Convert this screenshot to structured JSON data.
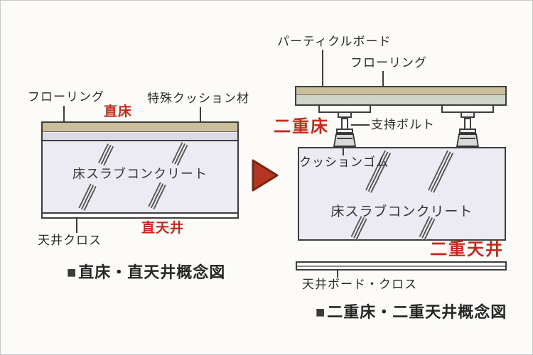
{
  "colors": {
    "red_text": "#c9291d",
    "outline": "#3d3d3d",
    "flooring_beige": "#cabe9c",
    "particle_board_green": "#cfd4c8",
    "slab_lavender": "#eceaf2",
    "cushion_lavender": "#dcdae6",
    "arrow_red": "#b23621"
  },
  "icons": {
    "caption_bullet": "■",
    "transition_arrow": "right-pointing-triangle"
  },
  "left": {
    "labels": {
      "flooring": "フローリング",
      "direct_floor": "直床",
      "special_cushion": "特殊クッション材",
      "slab": "床スラブコンクリート",
      "direct_ceiling": "直天井",
      "ceiling_cloth": "天井クロス"
    },
    "caption": "直床・直天井概念図"
  },
  "right": {
    "labels": {
      "particle_board": "パーティクルボード",
      "flooring": "フローリング",
      "double_floor": "二重床",
      "support_bolt": "支持ボルト",
      "cushion_rubber": "クッションゴム",
      "slab": "床スラブコンクリート",
      "double_ceiling": "二重天井",
      "ceiling_board_cloth": "天井ボード・クロス"
    },
    "caption": "二重床・二重天井概念図"
  }
}
